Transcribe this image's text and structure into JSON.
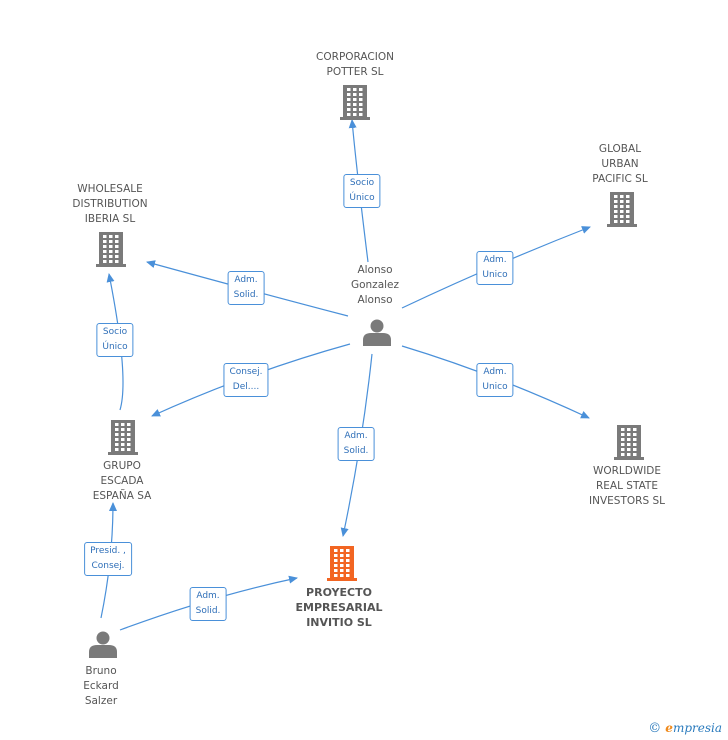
{
  "colors": {
    "edge": "#4a90d9",
    "building": "#7a7a7a",
    "building_main": "#f26522",
    "person": "#7a7a7a"
  },
  "nodes": [
    {
      "id": "corporacion",
      "kind": "company",
      "label": "CORPORACION\nPOTTER SL",
      "icon": "building-icon"
    },
    {
      "id": "global",
      "kind": "company",
      "label": "GLOBAL\nURBAN\nPACIFIC  SL",
      "icon": "building-icon"
    },
    {
      "id": "wholesale",
      "kind": "company",
      "label": "WHOLESALE\nDISTRIBUTION\nIBERIA SL",
      "icon": "building-icon"
    },
    {
      "id": "alonso",
      "kind": "person",
      "label": "Alonso\nGonzalez\nAlonso",
      "icon": "person-icon"
    },
    {
      "id": "grupo",
      "kind": "company",
      "label": "GRUPO\nESCADA\nESPAÑA SA",
      "icon": "building-icon"
    },
    {
      "id": "worldwide",
      "kind": "company",
      "label": "WORLDWIDE\nREAL STATE\nINVESTORS SL",
      "icon": "building-icon"
    },
    {
      "id": "proyecto",
      "kind": "main",
      "label": "PROYECTO\nEMPRESARIAL\nINVITIO SL",
      "icon": "building-icon"
    },
    {
      "id": "bruno",
      "kind": "person",
      "label": "Bruno\nEckard\nSalzer",
      "icon": "person-icon"
    }
  ],
  "edges": [
    {
      "from": "alonso",
      "to": "corporacion",
      "label": "Socio\nÚnico"
    },
    {
      "from": "alonso",
      "to": "global",
      "label": "Adm.\nUnico"
    },
    {
      "from": "alonso",
      "to": "wholesale",
      "label": "Adm.\nSolid."
    },
    {
      "from": "grupo",
      "to": "wholesale",
      "label": "Socio\nÚnico"
    },
    {
      "from": "alonso",
      "to": "grupo",
      "label": "Consej.\nDel...."
    },
    {
      "from": "alonso",
      "to": "worldwide",
      "label": "Adm.\nUnico"
    },
    {
      "from": "alonso",
      "to": "proyecto",
      "label": "Adm.\nSolid."
    },
    {
      "from": "bruno",
      "to": "grupo",
      "label": "Presid. ,\nConsej."
    },
    {
      "from": "bruno",
      "to": "proyecto",
      "label": "Adm.\nSolid."
    }
  ],
  "footer": {
    "copyright": "©",
    "brand_first": "e",
    "brand_rest": "mpresia"
  }
}
